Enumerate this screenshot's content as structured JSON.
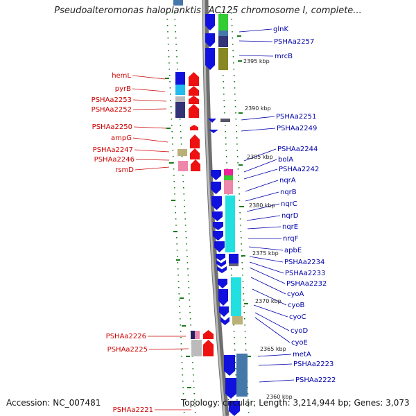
{
  "title": "Pseudoalteromonas haloplanktis TAC125 chromosome I, complete...",
  "footer": {
    "accession": "Accession: NC_007481",
    "topology": "Topology: circular; Length: 3,214,944 bp; Genes: 3,073"
  },
  "kbp_labels": [
    "2395 kbp",
    "2390 kbp",
    "2385 kbp",
    "2380 kbp",
    "2375 kbp",
    "2370 kbp",
    "2365 kbp",
    "2360 kbp"
  ],
  "genes_left": [
    "hemL",
    "pyrB",
    "PSHAa2253",
    "PSHAa2252",
    "PSHAa2250",
    "ampG",
    "PSHAa2247",
    "PSHAa2246",
    "rsmD",
    "PSHAa2226",
    "PSHAa2225",
    "PSHAa2221"
  ],
  "genes_right": [
    "glnK",
    "PSHAa2257",
    "mrcB",
    "PSHAa2251",
    "PSHAa2249",
    "PSHAa2244",
    "bolA",
    "PSHAa2242",
    "nqrA",
    "nqrB",
    "nqrC",
    "nqrD",
    "nqrE",
    "nrqF",
    "apbE",
    "PSHAa2234",
    "PSHAa2233",
    "PSHAa2232",
    "cyoA",
    "cyoB",
    "cyoC",
    "cyoD",
    "cyoE",
    "metA",
    "PSHAa2223",
    "PSHAa2222"
  ],
  "colors": {
    "forward_gene": "#ee1111",
    "reverse_gene": "#1111dd",
    "left_label": "#cc0000",
    "right_label": "#0000aa",
    "backbone": "#8a8a8a",
    "tick": "#1a7a1a",
    "cog_cyan": "#22e0e0",
    "cog_green": "#33cc33",
    "cog_olive": "#888822",
    "cog_khaki": "#bbb077",
    "cog_navy": "#333377",
    "cog_pink": "#ee88aa",
    "cog_magenta": "#ee2299",
    "cog_steel": "#4477aa",
    "cog_gray": "#bbbbbb"
  }
}
